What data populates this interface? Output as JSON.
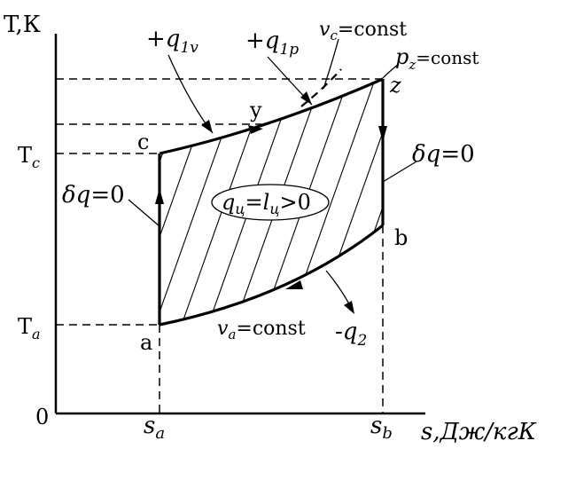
{
  "axes": {
    "y_label": "T,К",
    "x_label": "s,Дж/кгК",
    "origin": "0"
  },
  "ticks": {
    "Tc_base": "T",
    "Tc_sub": "c",
    "Ta_base": "T",
    "Ta_sub": "a",
    "sa_base": "s",
    "sa_sub": "a",
    "sb_base": "s",
    "sb_sub": "b"
  },
  "points": {
    "a": "a",
    "b": "b",
    "c": "c",
    "y": "y",
    "z": "z"
  },
  "labels": {
    "q1v_sign": "+q",
    "q1v_sub": "1v",
    "q1p_sign": "+q",
    "q1p_sub": "1p",
    "vc_var": "v",
    "vc_sub": "c",
    "vc_rest": "=const",
    "pz_var": "p",
    "pz_sub": "z",
    "pz_rest": "=const",
    "dq_left_delta": "δ",
    "dq_left_q": "q",
    "dq_left_rest": "=0",
    "dq_right_delta": "δ",
    "dq_right_q": "q",
    "dq_right_rest": "=0",
    "va_var": "v",
    "va_sub": "a",
    "va_rest": "=const",
    "q2_sign": "-q",
    "q2_sub": "2",
    "work_q": "q",
    "work_q_sub": "ц",
    "work_eq": "=",
    "work_l": "l",
    "work_l_sub": "ц",
    "work_rest": ">0"
  }
}
